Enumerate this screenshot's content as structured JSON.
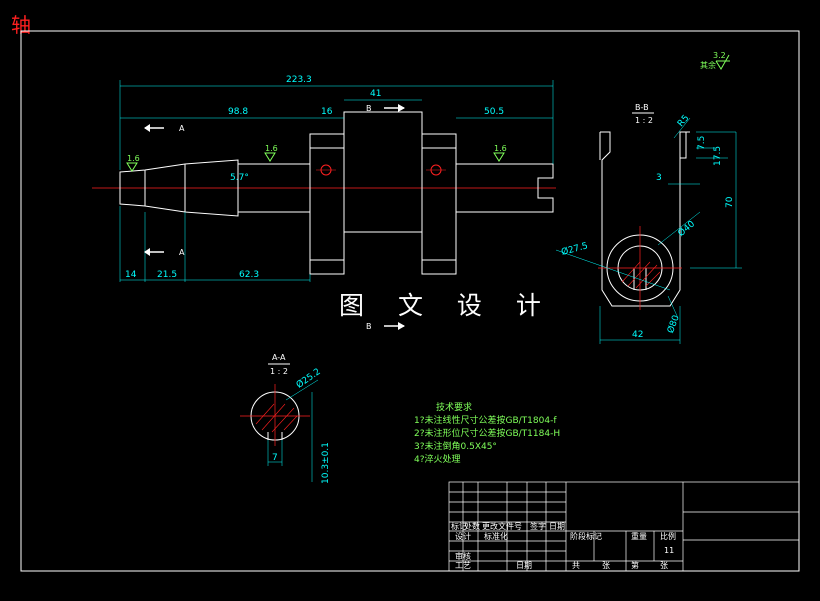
{
  "title": "轴",
  "overlay": "图 文 设 计",
  "roughness": {
    "symbol": "其余",
    "value": "3.2"
  },
  "main_view": {
    "dims": {
      "overall": "223.3",
      "center": "41",
      "left": "98.8",
      "mid": "16",
      "right": "50.5",
      "angle": "5.7°",
      "b1": "14",
      "b2": "21.5",
      "b3": "62.3"
    },
    "rough": [
      "1.6",
      "1.6",
      "1.6"
    ],
    "section_a_top": "A",
    "section_a_bottom": "A",
    "section_b_top": "B",
    "section_b_bottom": "B"
  },
  "view_bb": {
    "title": "B-B",
    "scale": "1 : 2",
    "dims": {
      "r5": "R5",
      "v75": "7.5",
      "v175": "17.5",
      "v3": "3",
      "v70": "70",
      "d40": "Ø40",
      "d275": "Ø27.5",
      "w42": "42",
      "d80": "Ø80"
    }
  },
  "view_aa": {
    "title": "A-A",
    "scale": "1 : 2",
    "dims": {
      "d": "Ø25.2",
      "w": "7",
      "h": "10.3±0.1"
    }
  },
  "notes": {
    "heading": "技术要求",
    "items": [
      "1?未注线性尺寸公差按GB/T1804-f",
      "2?未注形位尺寸公差按GB/T1184-H",
      "3?未注倒角0.5X45°",
      "4?淬火处理"
    ]
  },
  "title_block": {
    "row1": [
      "标记",
      "处数",
      "更改文件号",
      "签字",
      "日期"
    ],
    "row2": [
      "设计",
      "标准化"
    ],
    "row3": [
      "审核"
    ],
    "row4": [
      "工艺",
      "日期"
    ],
    "mid": [
      "阶段标记",
      "重量",
      "比例"
    ],
    "scale_value": "11",
    "bottom": [
      "共",
      "张",
      "第",
      "张"
    ]
  }
}
